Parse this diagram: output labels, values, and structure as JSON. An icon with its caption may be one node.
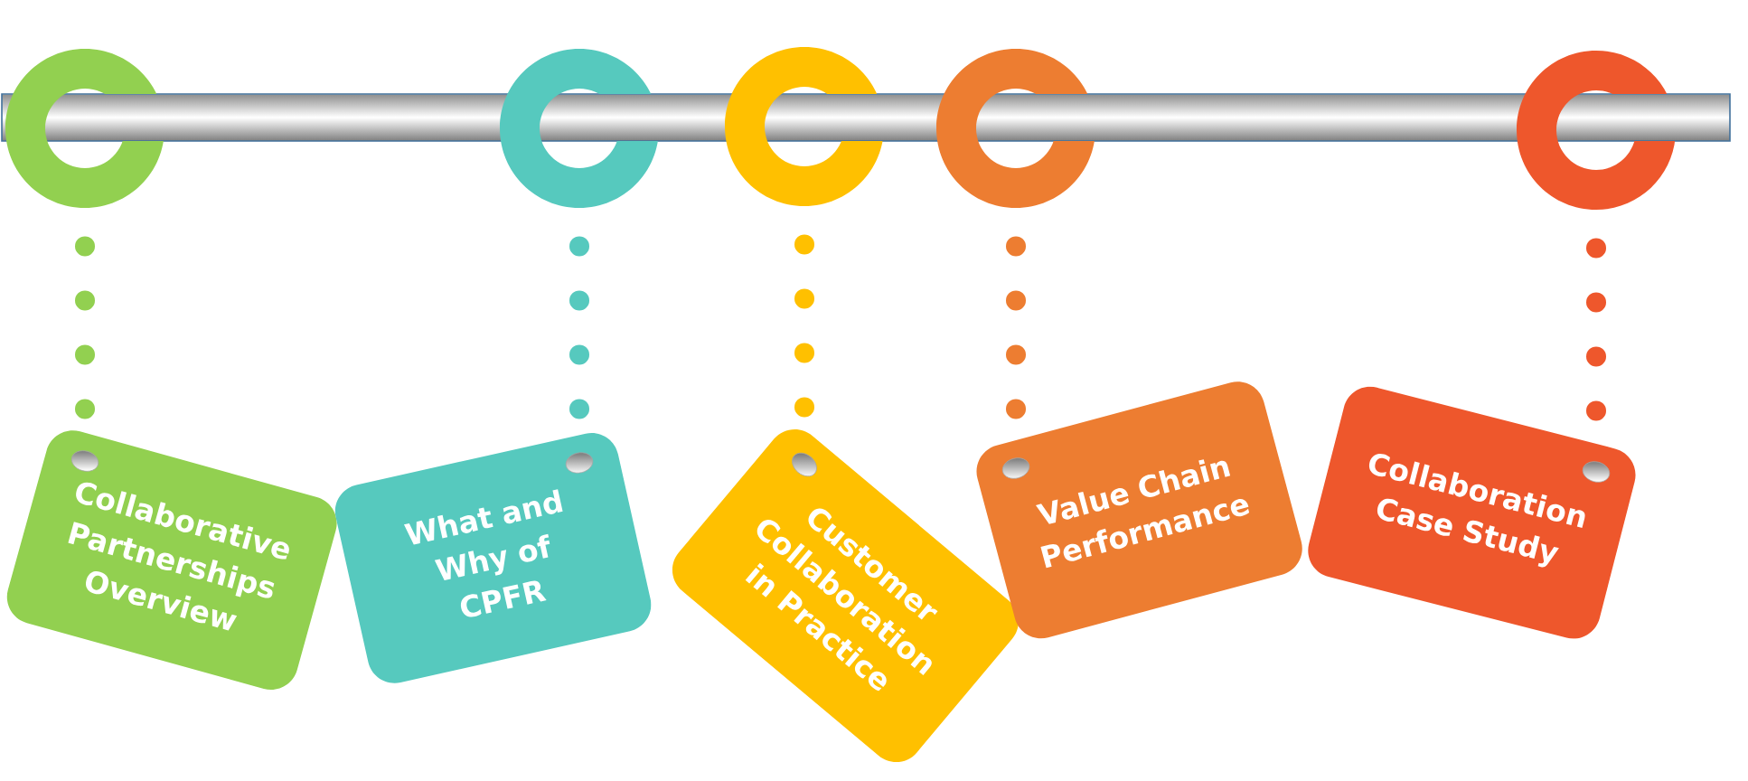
{
  "diagram": {
    "nodes": [
      {
        "text": [],
        "shape": "ring"
      },
      {
        "text": [],
        "shape": "ring"
      },
      {
        "text": [],
        "shape": "ring"
      },
      {
        "text": [],
        "shape": "ring"
      },
      {
        "text": [],
        "shape": "ring"
      },
      {
        "text": [
          "Collaborative Partnerships Overview"
        ]
      },
      {
        "text": [
          "What and Why of CPFR"
        ]
      },
      {
        "text": [
          "Customer Collaboration in Practice"
        ]
      },
      {
        "text": [
          "Value Chain Performance"
        ]
      },
      {
        "text": [
          "Collaboration Case Study"
        ]
      }
    ],
    "edges": [
      {
        "from": 0,
        "to": 5,
        "arrow": "none",
        "color": "#92d050"
      },
      {
        "from": 1,
        "to": 6,
        "arrow": "none",
        "color": "#56c9be"
      },
      {
        "from": 2,
        "to": 7,
        "arrow": "none",
        "color": "#ffc000"
      },
      {
        "from": 3,
        "to": 8,
        "arrow": "none",
        "color": "#ed7d31"
      },
      {
        "from": 4,
        "to": 9,
        "arrow": "none",
        "color": "#ee572c"
      }
    ]
  }
}
